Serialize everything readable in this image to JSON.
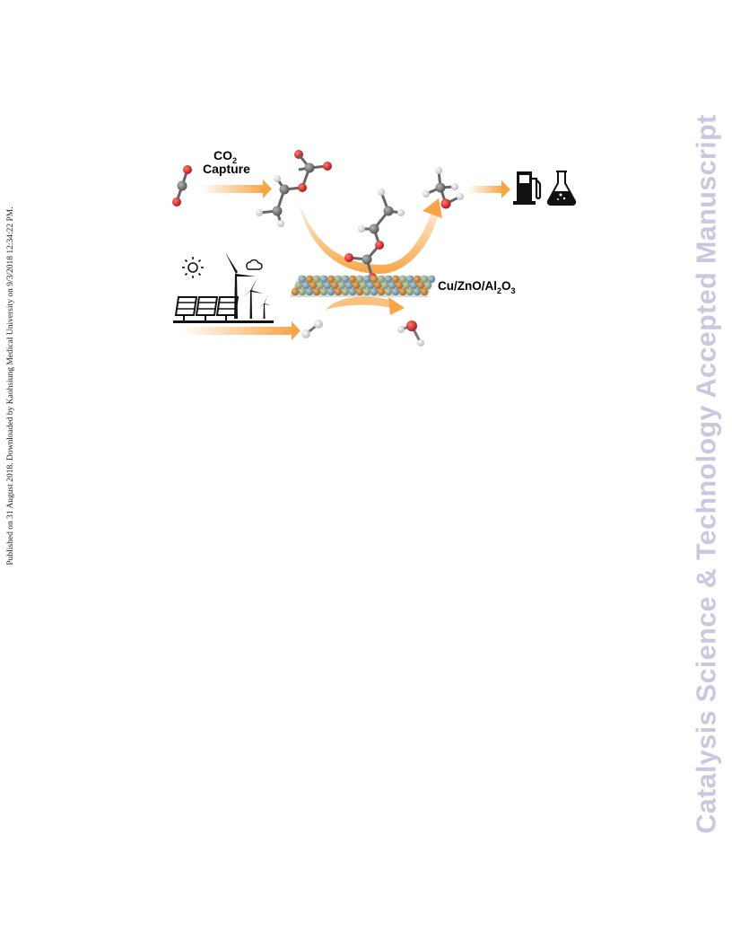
{
  "side_note": "Published on 31 August 2018. Downloaded by Kaohsiung Medical University on 9/3/2018 12:34:22 PM.",
  "watermark": "Catalysis Science & Technology Accepted Manuscript",
  "figure": {
    "co2_label_main": "CO",
    "co2_label_sub": "2",
    "capture_label": "Capture",
    "catalyst_parts": [
      "Cu/ZnO/Al",
      "2",
      "O",
      "3"
    ]
  },
  "colors": {
    "arrow": "#f7a547",
    "oxygen": "#d42020",
    "carbon": "#707070",
    "hydrogen": "#e8e8e8",
    "surface_cu": "#c9823a",
    "surface_zn": "#7a9aa8",
    "surface_al": "#9aa88a",
    "watermark": "#c8c8e0"
  },
  "icons": [
    "sun-icon",
    "cloud-icon",
    "solar-panel-icon",
    "wind-turbine-icon",
    "fuel-pump-icon",
    "flask-icon"
  ]
}
